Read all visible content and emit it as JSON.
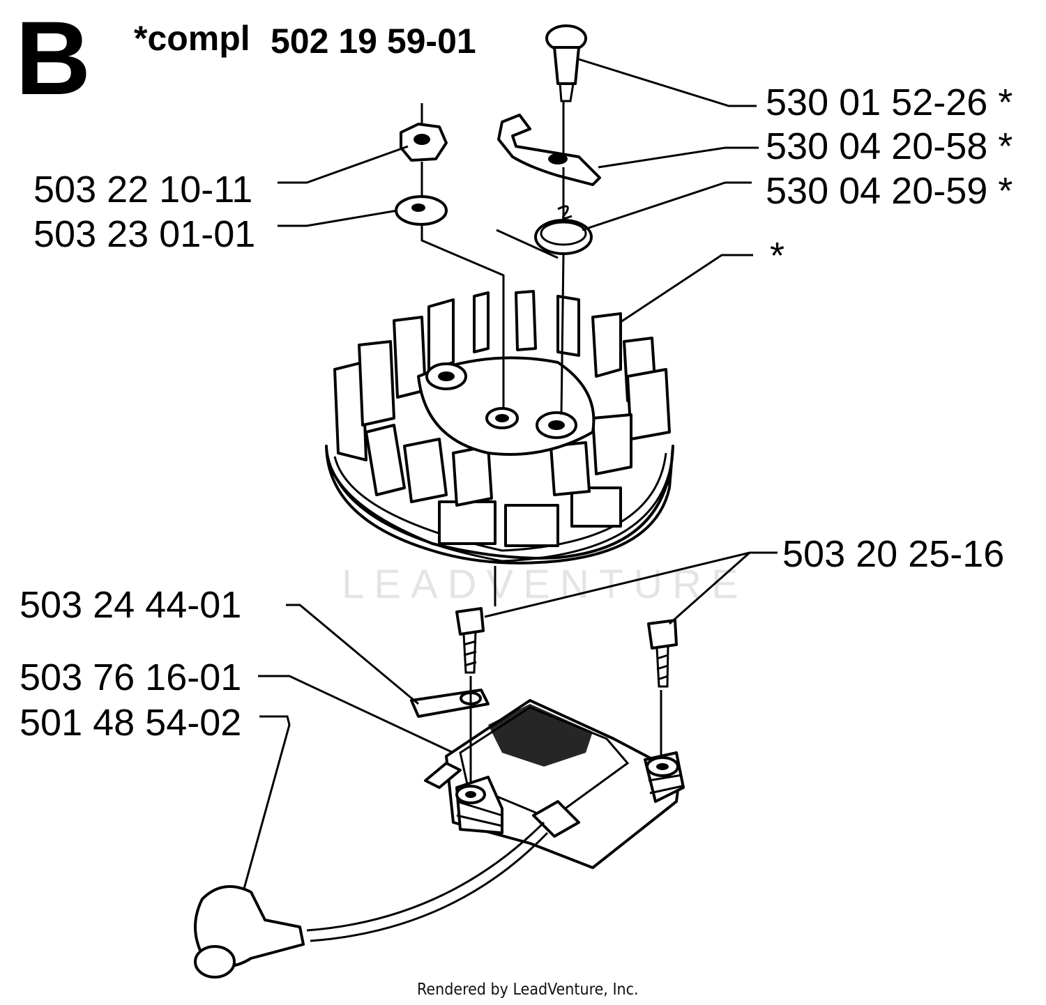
{
  "section_letter": "B",
  "kit": {
    "prefix": "*compl",
    "number": "502 19 59-01"
  },
  "parts": {
    "p1": "530 01 52-26 *",
    "p2": "530 04 20-58 *",
    "p3": "530 04 20-59 *",
    "p4": "*",
    "p5": "503 22 10-11",
    "p6": "503 23 01-01",
    "p7": "503 20 25-16",
    "p8": "503 24 44-01",
    "p9": "503 76 16-01",
    "p10": "501 48 54-02"
  },
  "watermark": "LEADVENTURE",
  "footer": "Rendered by LeadVenture, Inc."
}
